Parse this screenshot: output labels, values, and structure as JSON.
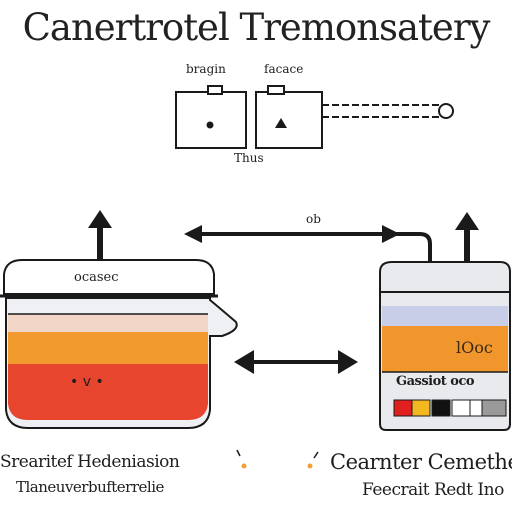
{
  "title": "Canertrotel Tremonsatery",
  "labels": {
    "box_left_label": "bragin",
    "box_right_label": "facace",
    "box_under_label": "Thus",
    "arrow_top_label": "ob",
    "left_vessel_label": "ocasec",
    "right_meter_label": "lOoc",
    "right_meter_readout": "Gassiot oco",
    "bottom_left_title": "Srearitef Hedeniasion",
    "bottom_left_sub": "Tlaneuverbufterrelie",
    "bottom_right_title": "Cearnter Cemethe",
    "bottom_right_sub": "Feecrait Redt Ino",
    "left_vessel_face": "• v •"
  },
  "colors": {
    "outline": "#1a1a1a",
    "glass": "#eef0f4",
    "lid_fill": "#ffffff",
    "layer_top": "#f1d6c8",
    "layer_orange": "#f29a2e",
    "layer_red": "#e8452f",
    "meter_blue": "#c8cde8",
    "meter_orange": "#f0962d",
    "meter_base": "#e9eaee",
    "accent_dot": "#f0a030",
    "swatches": [
      "#e02020",
      "#f2b822",
      "#111111",
      "#ffffff",
      "#9a9a9a",
      "#e6e6e6"
    ]
  }
}
